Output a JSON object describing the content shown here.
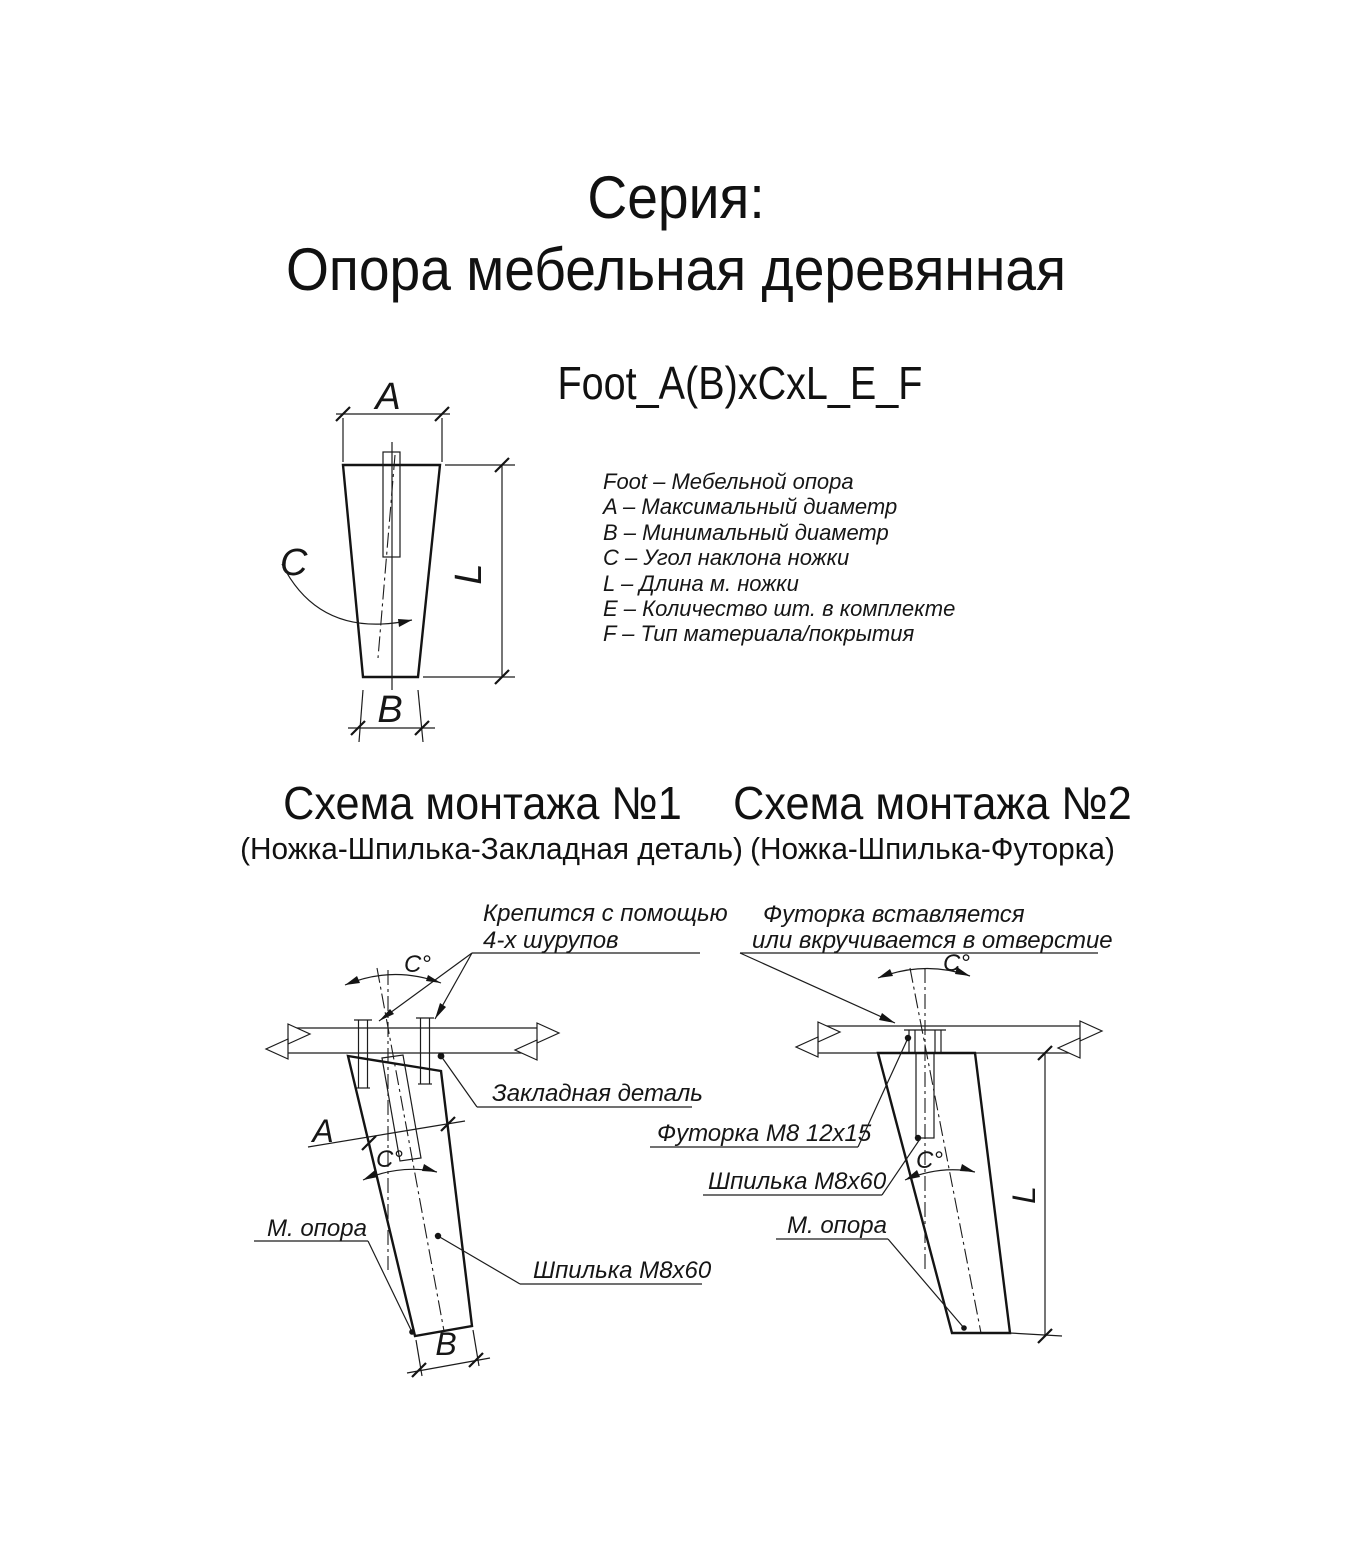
{
  "title": {
    "line1": "Серия:",
    "line2": "Опора мебельная деревянная"
  },
  "formula": "Foot_A(B)xCxL_E_F",
  "legend": {
    "items": [
      "Foot – Мебельной опора",
      "A – Максимальный диаметр",
      "B – Минимальный диаметр",
      "C – Угол наклона ножки",
      "L – Длина м. ножки",
      "E – Количество шт. в комплекте",
      "F – Тип материала/покрытия"
    ]
  },
  "leg_diagram": {
    "dim_a": "A",
    "dim_b": "B",
    "dim_c": "C",
    "dim_l": "L"
  },
  "scheme1": {
    "header": "Схема монтажа №1",
    "subheader": "(Ножка-Шпилька-Закладная деталь)",
    "note_line1": "Крепится с помощью",
    "note_line2": "4-х шурупов",
    "label_embedded": "Закладная деталь",
    "label_support": "М. опора",
    "label_stud": "Шпилька М8х60",
    "dim_a": "A",
    "dim_b": "B",
    "angle": "C°"
  },
  "scheme2": {
    "header": "Схема монтажа №2",
    "subheader": "(Ножка-Шпилька-Футорка)",
    "note_line1": "Футорка вставляется",
    "note_line2": "или вкручивается в отверстие",
    "label_insert": "Футорка М8 12х15",
    "label_stud": "Шпилька М8х60",
    "label_support": "М. опора",
    "dim_l": "L",
    "angle": "C°"
  }
}
